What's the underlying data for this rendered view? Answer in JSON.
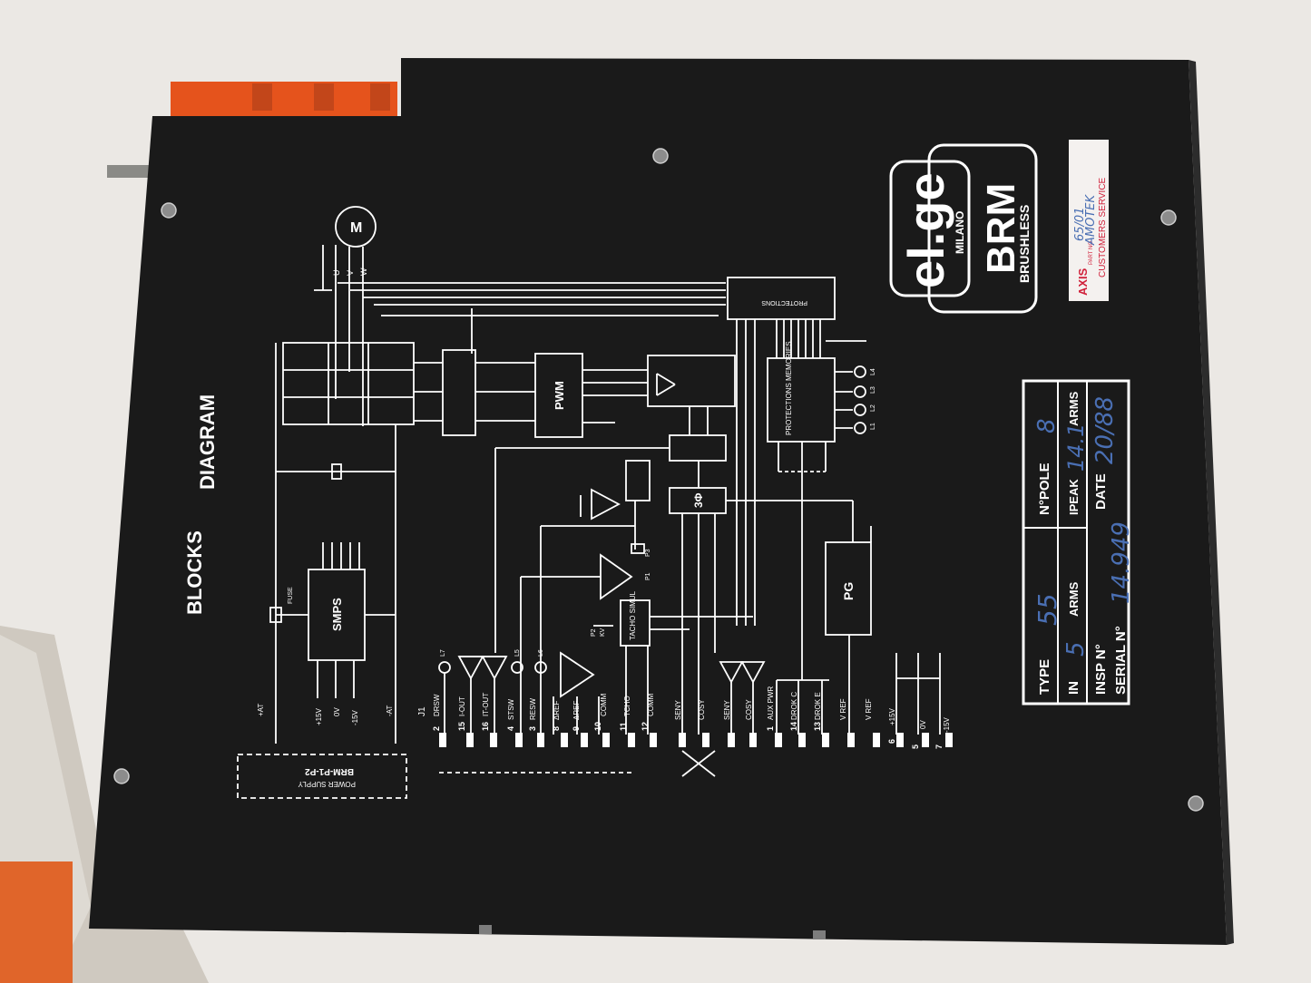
{
  "panel": {
    "title_line1": "BLOCKS",
    "title_line2": "DIAGRAM",
    "brand": {
      "logo": "el.ge",
      "city": "MILANO",
      "product": "BRM",
      "subtitle": "BRUSHLESS"
    },
    "sticker": {
      "company": "AXIS",
      "part_no_label": "PART NO",
      "part_no_value": "65/01",
      "part_name": "AMOTEK",
      "dept": "CUSTOMERS SERVICE"
    },
    "rating_plate": {
      "type_label": "TYPE",
      "type_value": "55",
      "pole_label": "N°POLE",
      "pole_value": "8",
      "in_label": "IN",
      "in_value": "5",
      "in_unit": "ARMS",
      "ipeak_label": "IPEAK",
      "ipeak_value": "14.1",
      "ipeak_unit": "ARMS",
      "insp_label": "INSP N°",
      "date_label": "DATE",
      "date_value": "20/88",
      "serial_label": "SERIAL N°",
      "serial_value": "14.949"
    },
    "diagram": {
      "motor": "M",
      "phases": [
        "U",
        "V",
        "W"
      ],
      "blocks": {
        "pwm": "PWM",
        "protections": "PROTECTIONS",
        "protections_memories": "PROTECTIONS MEMORIES",
        "smps": "SMPS",
        "pg": "PG",
        "three_phase": "3Φ",
        "tacho": "TACHO SIMUL",
        "fuse": "FUSE"
      },
      "leds": [
        "L1",
        "L2",
        "L3",
        "L4",
        "L5",
        "L6",
        "L7"
      ],
      "supply_labels": [
        "+AT",
        "+15V",
        "0V",
        "-15V",
        "-AT"
      ],
      "power_supply_box": {
        "line1": "BRM-P1-P2",
        "line2": "POWER SUPPLY"
      },
      "connector": "J1",
      "terminals": [
        {
          "num": "2",
          "label": "DRSW"
        },
        {
          "num": "15",
          "label": "I-OUT"
        },
        {
          "num": "16",
          "label": "IT-OUT"
        },
        {
          "num": "4",
          "label": "STSW"
        },
        {
          "num": "3",
          "label": "RESW"
        },
        {
          "num": "8",
          "label": "ΔREF"
        },
        {
          "num": "9",
          "label": "ΔREF"
        },
        {
          "num": "10",
          "label": "COMM"
        },
        {
          "num": "11",
          "label": "TCHO"
        },
        {
          "num": "12",
          "label": "COMM"
        },
        {
          "num": "",
          "label": "SENY"
        },
        {
          "num": "",
          "label": "COSY"
        },
        {
          "num": "",
          "label": "SENY"
        },
        {
          "num": "",
          "label": "COSY"
        },
        {
          "num": "1",
          "label": "AUX PWR"
        },
        {
          "num": "14",
          "label": "DROK C"
        },
        {
          "num": "13",
          "label": "DROK E"
        },
        {
          "num": "",
          "label": "V REF"
        },
        {
          "num": "",
          "label": "V REF"
        },
        {
          "num": "6",
          "label": "+15V"
        },
        {
          "num": "5",
          "label": "0V"
        },
        {
          "num": "7",
          "label": "-15V"
        }
      ],
      "trim_labels": [
        "P1",
        "P2",
        "P3",
        "KV"
      ]
    }
  }
}
